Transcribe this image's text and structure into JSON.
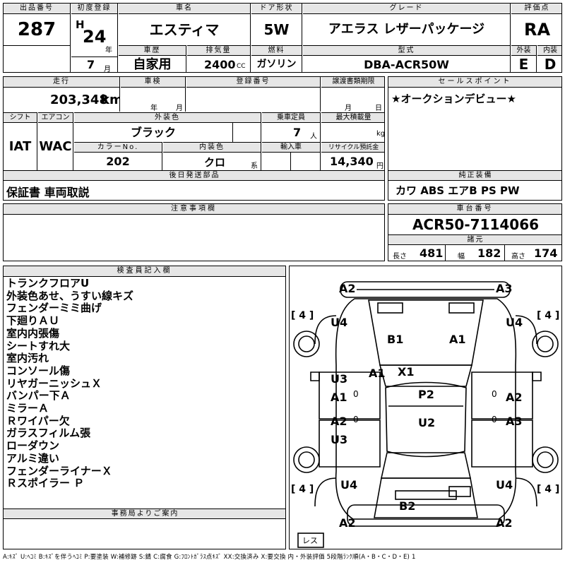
{
  "header": {
    "lot_label": "出品番号",
    "lot_value": "287",
    "reg_label": "初度登録",
    "era": "H",
    "year": "24",
    "year_unit": "年",
    "month": "7",
    "month_unit": "月",
    "car_name_label": "車名",
    "car_name": "エスティマ",
    "door_label": "ドア形状",
    "door": "5W",
    "grade_label": "グレード",
    "grade": "アエラス レザーパッケージ",
    "score_label": "評価点",
    "score": "RA",
    "history_label": "車歴",
    "history": "自家用",
    "displacement_label": "排気量",
    "displacement": "2400",
    "displacement_unit": "CC",
    "fuel_label": "燃料",
    "fuel": "ガソリン",
    "model_label": "型式",
    "model": "DBA-ACR50W",
    "ext_label": "外装",
    "ext": "E",
    "int_label": "内装",
    "int": "D"
  },
  "row2": {
    "mileage_label": "走行",
    "mileage": "203,348",
    "mileage_unit": "km",
    "inspection_label": "車検",
    "insp_year": "年",
    "insp_month": "月",
    "regno_label": "登録番号",
    "transfer_label": "譲渡書類期限",
    "transfer_month": "月",
    "transfer_day": "日",
    "sales_label": "セールスポイント",
    "sales_point": "★オークションデビュー★",
    "shift_label": "シフト",
    "shift": "IAT",
    "ac_label": "エアコン",
    "ac": "WAC",
    "color_label": "外装色",
    "color": "ブラック",
    "capacity_label": "乗車定員",
    "capacity": "7",
    "capacity_unit": "人",
    "load_label": "最大積載量",
    "load_unit": "kg",
    "colorno_label": "カラーNo.",
    "colorno": "202",
    "intcolor_label": "内装色",
    "intcolor": "クロ",
    "intcolor_unit": "系",
    "import_label": "輸入車",
    "recycle_label": "リサイクル預託金",
    "recycle": "14,340",
    "recycle_unit": "円",
    "later_label": "後日発送部品",
    "later_items": "保証書 車両取説",
    "equip_label": "純正装備",
    "equip": "カワ ABS エアB PS PW"
  },
  "notes": {
    "caution_label": "注意事項欄",
    "chassis_label": "車台番号",
    "chassis": "ACR50-7114066",
    "spec_label": "諸元",
    "length_label": "長さ",
    "length": "481",
    "width_label": "幅",
    "width": "182",
    "height_label": "高さ",
    "height": "174"
  },
  "inspector": {
    "label": "検査員記入欄",
    "lines": [
      "トランクフロアU",
      "外装色あせ、うすい線キズ",
      "フェンダーミミ曲げ",
      "下廻りＡＵ",
      "室内内張傷",
      "シートすれ大",
      "室内汚れ",
      "コンソール傷",
      "リヤガーニッシュＸ",
      "バンパー下Ａ",
      "ミラーＡ",
      "Ｒワイパー欠",
      "ガラスフィルム張",
      "ローダウン",
      "アルミ違い",
      "フェンダーライナーＸ",
      "Ｒスポイラー Ｐ"
    ],
    "office_label": "事務局よりご案内"
  },
  "diagram": {
    "marks": {
      "front_left": "A2",
      "front_right": "A3",
      "tire_fl": "4",
      "tire_fr": "4",
      "tire_rl": "4",
      "tire_rr": "4",
      "fender_fl": "U4",
      "fender_fr": "U4",
      "hood_left": "B1",
      "hood_right": "A1",
      "windshield_a": "A1",
      "windshield_x": "X1",
      "door_fl_u": "U3",
      "door_fl_a": "A1",
      "door_fr": "A2",
      "roof_front": "P2",
      "roof_rear": "U2",
      "door_rl_a": "A2",
      "door_rl_u": "U3",
      "door_rr": "A3",
      "fender_rl": "U4",
      "fender_rr": "U4",
      "tailgate": "B2",
      "rear_left": "A2",
      "rear_right": "A2",
      "zero1": "0",
      "zero2": "0",
      "zero3": "0",
      "zero4": "0",
      "les": "レス"
    }
  },
  "legend": "A:ｷｽﾞ U:ﾍｺﾐ B:ｷｽﾞを伴うﾍｺﾐ P:要塗装 W:補修跡 S:錆 C:腐食 G:ﾌﾛﾝﾄｶﾞﾗｽ点ｷｽﾞ XX:交換済み X:要交換 内・外装評価 5段階ﾗﾝｸ順(A・B・C・D・E) 1"
}
